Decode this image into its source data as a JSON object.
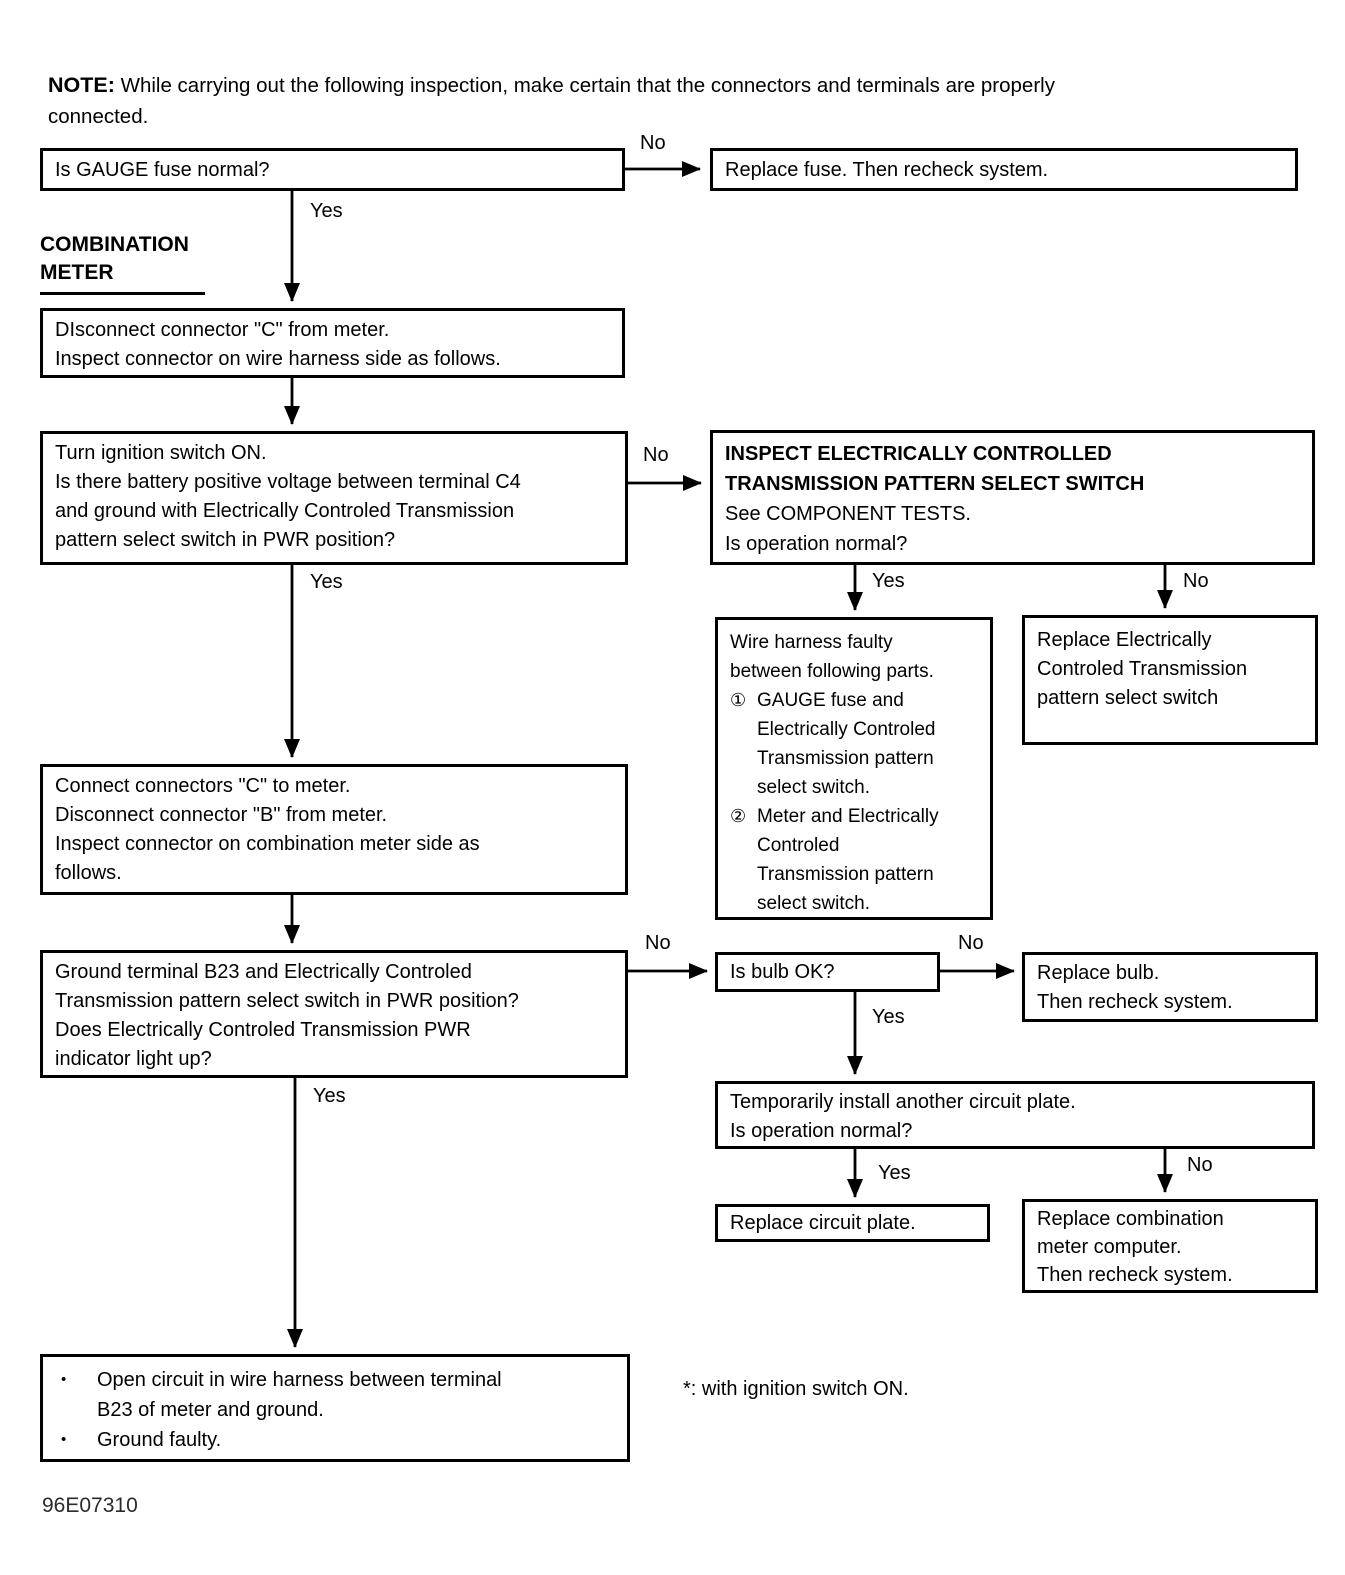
{
  "note": {
    "label": "NOTE:",
    "text": "While carrying out the following inspection, make certain that the connectors and terminals are properly\nconnected."
  },
  "heading": {
    "text": "COMBINATION\nMETER"
  },
  "nodes": {
    "gauge_fuse": {
      "text": "Is GAUGE fuse normal?"
    },
    "replace_fuse": {
      "text": "Replace fuse. Then recheck system."
    },
    "disconnect_c": {
      "text": "DIsconnect connector \"C\" from meter.\nInspect connector on wire harness side as follows."
    },
    "ignition_voltage": {
      "text": "Turn ignition switch ON.\nIs there battery positive voltage between terminal C4\nand ground with Electrically Controled Transmission\npattern select switch in PWR position?"
    },
    "inspect_switch": {
      "title": "INSPECT ELECTRICALLY CONTROLLED\nTRANSMISSION PATTERN SELECT SWITCH",
      "body": "See COMPONENT TESTS.\nIs operation normal?"
    },
    "wire_harness": {
      "intro": "Wire harness faulty\nbetween following parts.",
      "items": [
        {
          "marker": "①",
          "text": "GAUGE fuse and\nElectrically Controled\nTransmission pattern\nselect switch."
        },
        {
          "marker": "②",
          "text": "Meter and Electrically\nControled\nTransmission pattern\nselect switch."
        }
      ]
    },
    "replace_ect_switch": {
      "text": "Replace Electrically\nControled Transmission\npattern select switch"
    },
    "connect_c": {
      "text": "Connect connectors \"C\" to meter.\nDisconnect connector \"B\" from meter.\nInspect connector on combination meter side as\nfollows."
    },
    "ground_b23": {
      "text": "Ground terminal B23 and Electrically Controled\nTransmission pattern select switch in PWR position?\nDoes Electrically Controled Transmission PWR\nindicator light up?"
    },
    "is_bulb_ok": {
      "text": "Is bulb OK?"
    },
    "replace_bulb": {
      "text": "Replace bulb.\nThen recheck system."
    },
    "install_plate": {
      "text": "Temporarily install another circuit plate.\nIs operation normal?"
    },
    "replace_circuit_plate": {
      "text": "Replace circuit plate."
    },
    "replace_meter_computer": {
      "text": "Replace combination\nmeter computer.\nThen recheck system."
    },
    "open_circuit": {
      "items": [
        {
          "marker": "•",
          "text": "Open circuit in wire harness between terminal\nB23 of meter and ground."
        },
        {
          "marker": "•",
          "text": "Ground faulty."
        }
      ]
    }
  },
  "edges": {
    "fuse_no": "No",
    "fuse_yes": "Yes",
    "ignition_no": "No",
    "ignition_yes": "Yes",
    "inspect_yes": "Yes",
    "inspect_no": "No",
    "ground_no": "No",
    "bulb_no": "No",
    "bulb_yes": "Yes",
    "plate_yes": "Yes",
    "plate_no": "No",
    "ground_yes": "Yes"
  },
  "footnote": "*: with ignition switch ON.",
  "figure_id": "96E07310",
  "colors": {
    "ink": "#000000",
    "background": "#ffffff"
  }
}
